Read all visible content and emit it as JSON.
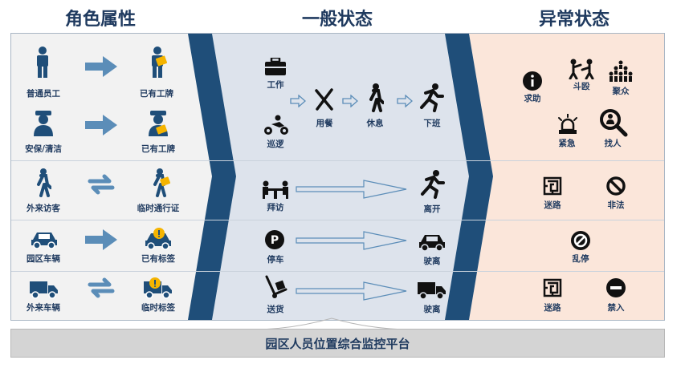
{
  "headers": {
    "roles": "角色属性",
    "normal": "一般状态",
    "abnormal": "异常状态"
  },
  "roles": [
    {
      "from": "普通员工",
      "to": "已有工牌"
    },
    {
      "from": "安保/清洁",
      "to": "已有工牌"
    },
    {
      "from": "外来访客",
      "to": "临时通行证"
    },
    {
      "from": "园区车辆",
      "to": "已有标签"
    },
    {
      "from": "外来车辆",
      "to": "临时标签"
    }
  ],
  "normal": {
    "work": "工作",
    "patrol": "巡逻",
    "meal": "用餐",
    "rest": "休息",
    "off_work": "下班",
    "visit": "拜访",
    "leave": "离开",
    "park": "停车",
    "drive_away1": "驶离",
    "delivery": "送货",
    "drive_away2": "驶离"
  },
  "abnormal": {
    "help": "求助",
    "fight": "斗殴",
    "gather": "聚众",
    "emergency": "紧急",
    "find": "找人",
    "lost1": "迷路",
    "illegal": "非法",
    "bad_parking": "乱停",
    "lost2": "迷路",
    "no_entry": "禁入"
  },
  "footer": "园区人员位置综合监控平台",
  "colors": {
    "navy": "#1f4e79",
    "arrow_blue": "#5b8db8",
    "left_bg": "#f2f2f2",
    "mid_bg": "#dde3ec",
    "right_bg": "#fbe6da",
    "dark": "#111111"
  }
}
